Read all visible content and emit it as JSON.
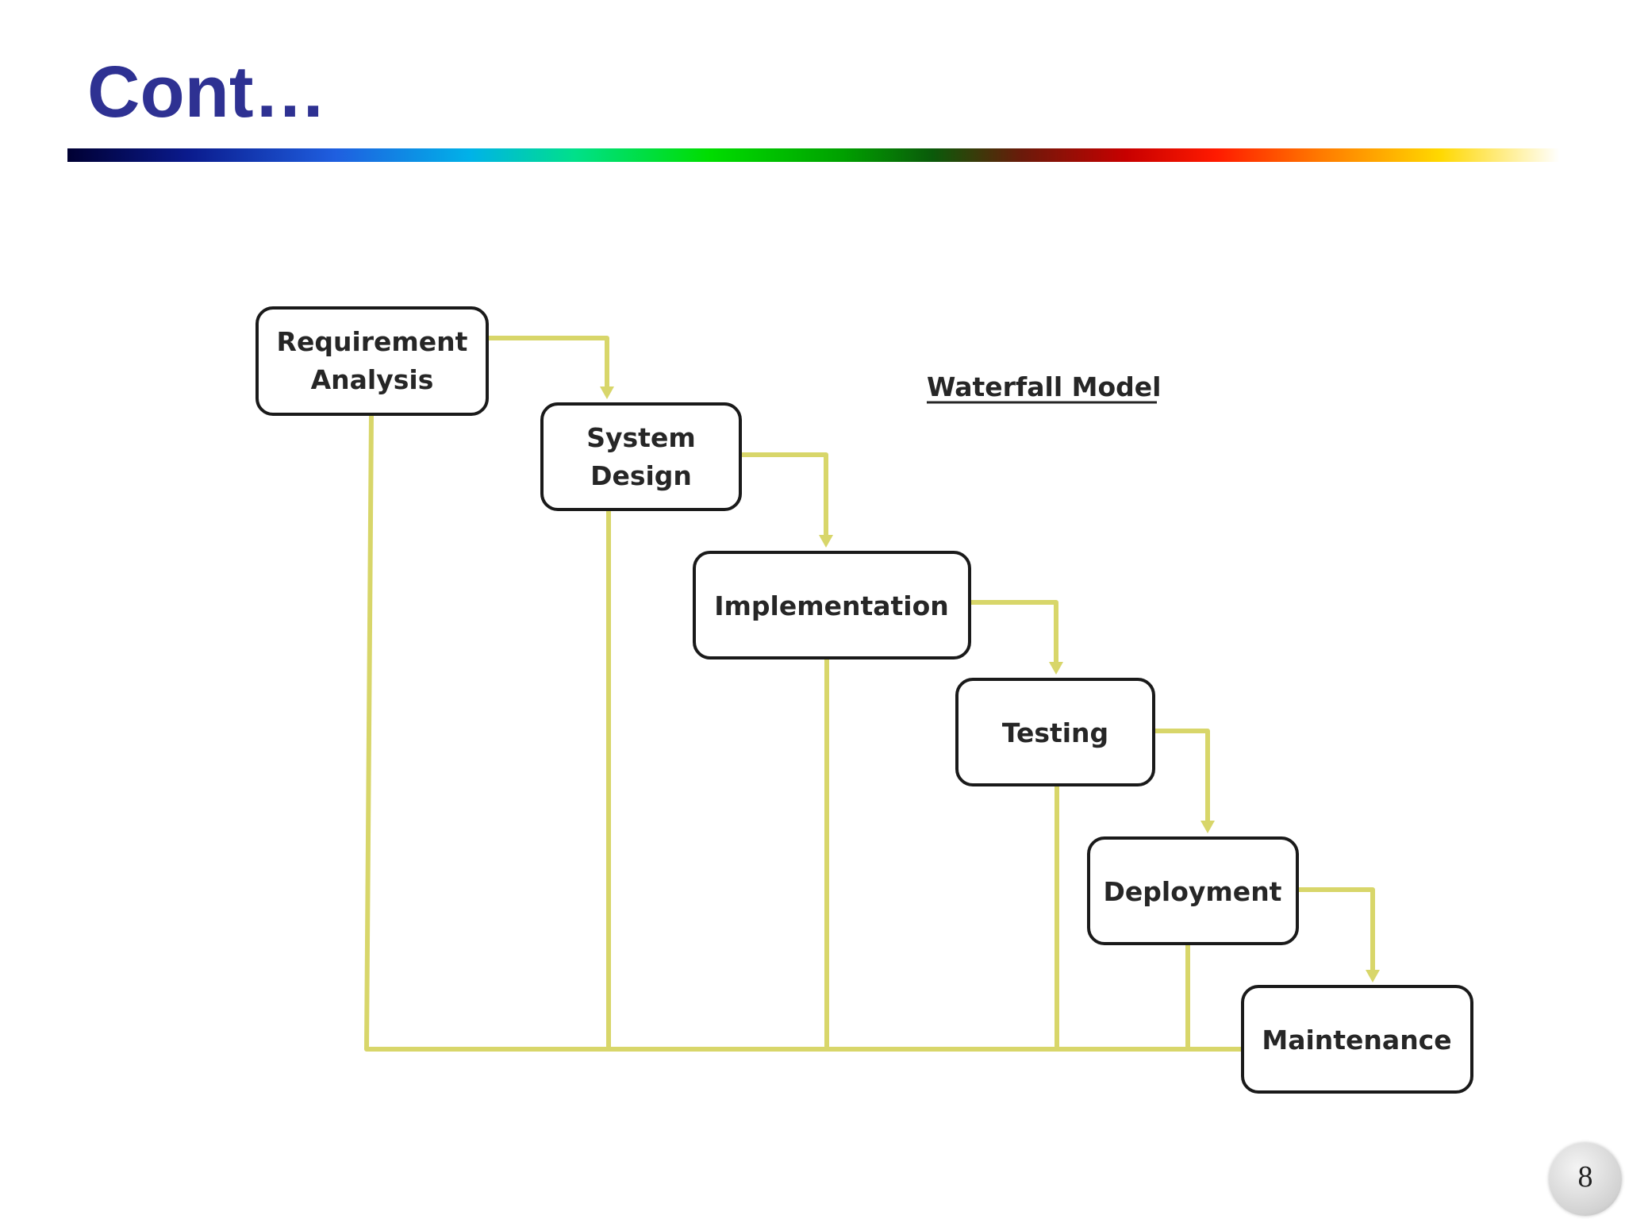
{
  "slide": {
    "title": "Cont…",
    "page_number": "8"
  },
  "diagram": {
    "title": "Waterfall Model",
    "stages": [
      {
        "lines": [
          "Requirement",
          "Analysis"
        ]
      },
      {
        "lines": [
          "System",
          "Design"
        ]
      },
      {
        "lines": [
          "Implementation"
        ]
      },
      {
        "lines": [
          "Testing"
        ]
      },
      {
        "lines": [
          "Deployment"
        ]
      },
      {
        "lines": [
          "Maintenance"
        ]
      }
    ],
    "connector_color": "#d8d66a",
    "title_color": "#2e3192"
  }
}
